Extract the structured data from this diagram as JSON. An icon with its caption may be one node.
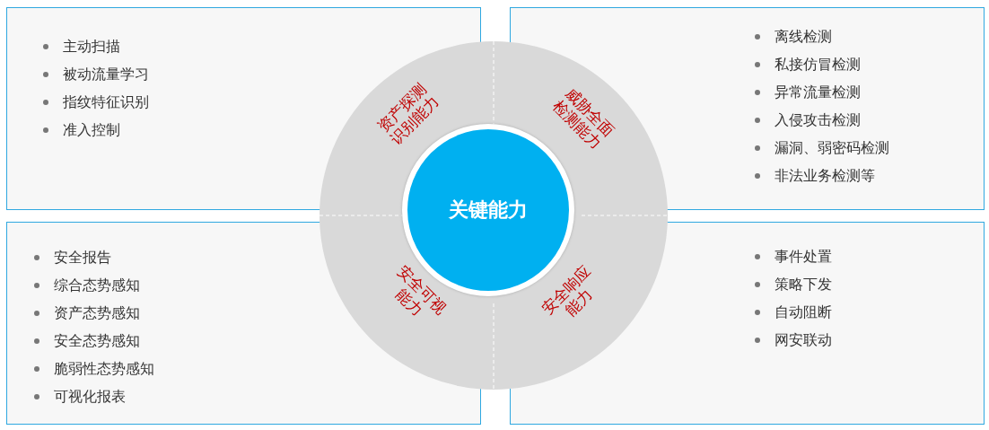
{
  "diagram": {
    "nodes": [
      {
        "text": [
          "主动扫描",
          "被动流量学习",
          "指纹特征识别",
          "准入控制"
        ]
      },
      {
        "text": [
          "离线检测",
          "私接仿冒检测",
          "异常流量检测",
          "入侵攻击检测",
          "漏洞、弱密码检测",
          "非法业务检测等"
        ]
      },
      {
        "text": [
          "安全报告",
          "综合态势感知",
          "资产态势感知",
          "安全态势感知",
          "脆弱性态势感知",
          "可视化报表"
        ]
      },
      {
        "text": [
          "事件处置",
          "策略下发",
          "自动阻断",
          "网安联动"
        ]
      },
      {
        "text": [],
        "shape": "circle"
      },
      {
        "text": [
          "资产探测识别能力"
        ]
      },
      {
        "text": [
          "威胁全面检测能力"
        ]
      },
      {
        "text": [
          "安全可视能力"
        ]
      },
      {
        "text": [
          "安全响应能力"
        ]
      },
      {
        "text": [
          "关键能力"
        ],
        "in": 4
      }
    ]
  }
}
